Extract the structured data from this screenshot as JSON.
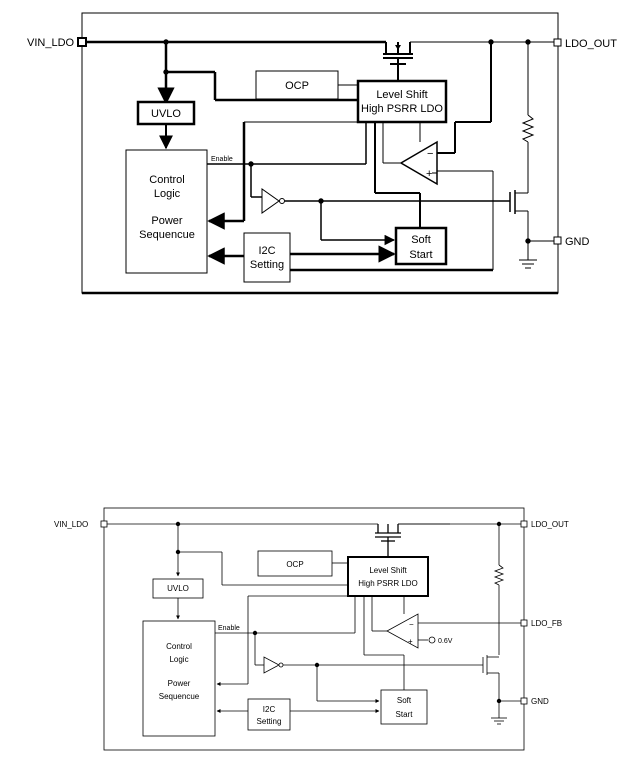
{
  "diagram1": {
    "pins": {
      "vin": "VIN_LDO",
      "ldo_out": "LDO_OUT",
      "gnd": "GND"
    },
    "blocks": {
      "ocp": "OCP",
      "ldo_line1": "Level Shift",
      "ldo_line2": "High PSRR LDO",
      "uvlo": "UVLO",
      "ctrl_line1": "Control",
      "ctrl_line2": "Logic",
      "ctrl_line3": "Power",
      "ctrl_line4": "Sequencue",
      "i2c_line1": "I2C",
      "i2c_line2": "Setting",
      "soft_line1": "Soft",
      "soft_line2": "Start"
    },
    "enable": "Enable",
    "opamp_minus": "−",
    "opamp_plus": "+"
  },
  "diagram2": {
    "pins": {
      "vin": "VIN_LDO",
      "ldo_out": "LDO_OUT",
      "ldo_fb": "LDO_FB",
      "gnd": "GND"
    },
    "blocks": {
      "ocp": "OCP",
      "ldo_line1": "Level Shift",
      "ldo_line2": "High PSRR LDO",
      "uvlo": "UVLO",
      "ctrl_line1": "Control",
      "ctrl_line2": "Logic",
      "ctrl_line3": "Power",
      "ctrl_line4": "Sequencue",
      "i2c_line1": "I2C",
      "i2c_line2": "Setting",
      "soft_line1": "Soft",
      "soft_line2": "Start"
    },
    "enable": "Enable",
    "vref": "0.6V",
    "opamp_minus": "−",
    "opamp_plus": "+"
  }
}
